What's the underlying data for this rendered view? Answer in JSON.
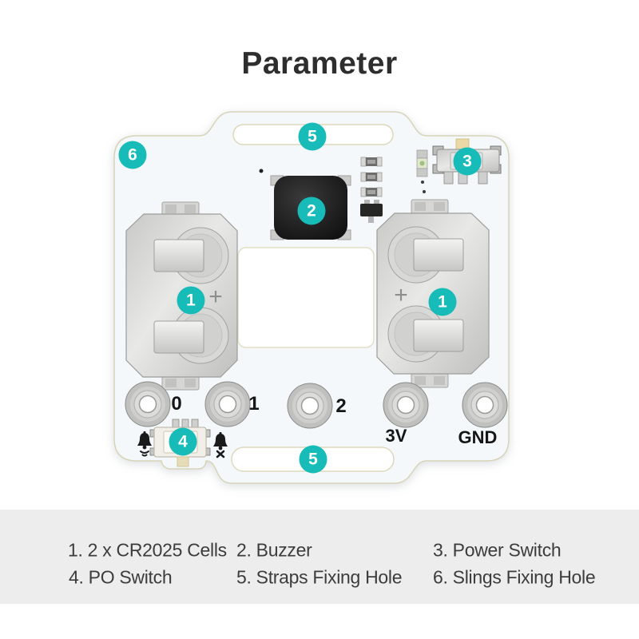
{
  "title": "Parameter",
  "colors": {
    "accent_teal": "#17bcb8",
    "board_fill": "#f4f8fa",
    "board_edge": "#d8d4b8",
    "metal_silver": "#d6d6d4",
    "buzzer_black": "#1b1b1b",
    "legend_background": "#ededed",
    "title_text": "#2e2e2e",
    "legend_text": "#3c3c3c"
  },
  "board": {
    "badge_labels": {
      "cells": "1",
      "buzzer": "2",
      "power_switch": "3",
      "po_switch": "4",
      "strap_hole": "5",
      "sling_hole": "6"
    },
    "pin_labels": [
      "0",
      "1",
      "2",
      "3V",
      "GND"
    ],
    "polarity_mark": "+"
  },
  "legend": {
    "items": [
      "1. 2 x CR2025 Cells",
      "2. Buzzer",
      "3. Power Switch",
      "4. PO Switch",
      "5. Straps Fixing Hole",
      "6. Slings Fixing Hole"
    ]
  }
}
